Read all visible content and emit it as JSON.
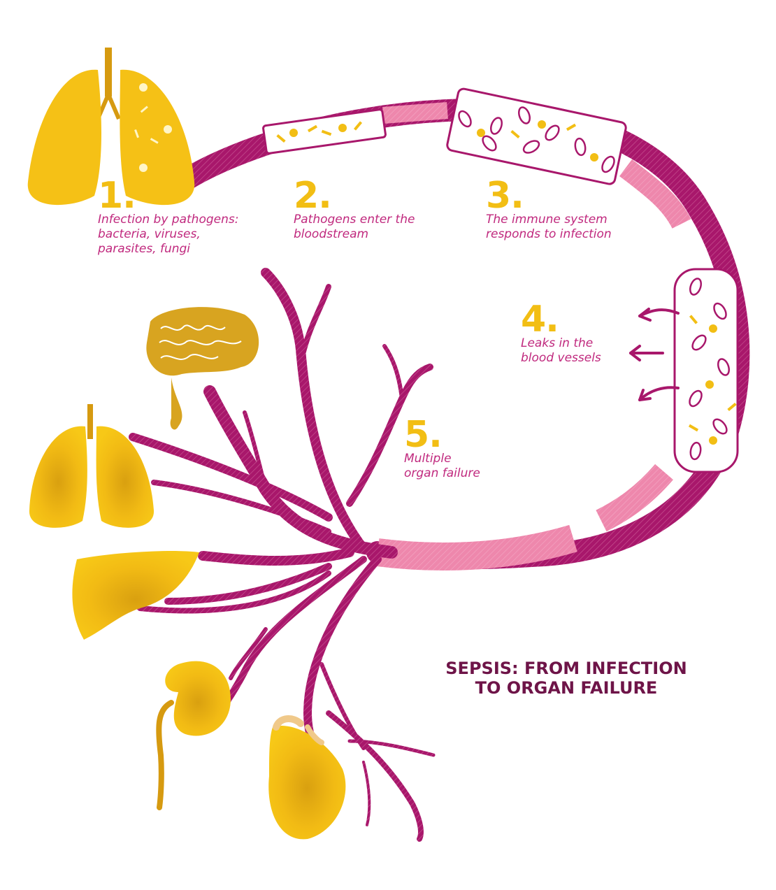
{
  "title": "SEPSIS: FROM INFECTION\nTO ORGAN FAILURE",
  "steps": [
    {
      "number": "1.",
      "text": "Infection by pathogens:\nbacteria, viruses,\nparasites, fungi"
    },
    {
      "number": "2.",
      "text": "Pathogens enter the\nbloodstream"
    },
    {
      "number": "3.",
      "text": "The immune system\nresponds to infection"
    },
    {
      "number": "4.",
      "text": "Leaks in the\nblood vessels"
    },
    {
      "number": "5.",
      "text": "Multiple\norgan failure"
    }
  ],
  "colors": {
    "vessel": "#a8176b",
    "vessel_light": "#ee87ac",
    "organ": "#f5c116",
    "organ_dark": "#d69a10",
    "text": "#c0297e",
    "number": "#f2be14",
    "title": "#6e1448"
  }
}
